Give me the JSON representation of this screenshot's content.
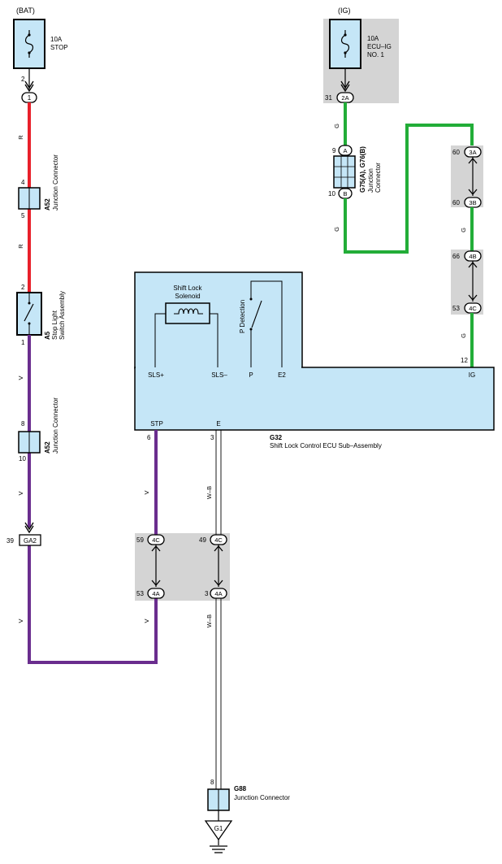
{
  "colors": {
    "red": "#e8202a",
    "green": "#22ad38",
    "violet": "#6a2d8e",
    "wire_wb": "#000000",
    "component_fill": "#c5e6f7",
    "shade": "#d4d4d4"
  },
  "sources": {
    "bat": "(BAT)",
    "ig": "(IG)"
  },
  "fuses": {
    "stop": {
      "line1": "10A",
      "line2": "STOP"
    },
    "ecu_ig": {
      "line1": "10A",
      "line2": "ECU–IG",
      "line3": "NO. 1"
    }
  },
  "pins": {
    "bat_fuse_out": "2",
    "bat_conn": "1",
    "a52_top_in": "4",
    "a52_top_out": "5",
    "a5_in": "2",
    "a5_out": "1",
    "a52_bot_in": "8",
    "a52_bot_out": "10",
    "ga2_pin": "39",
    "ig_fuse_pin": "31",
    "ig_conn": "2A",
    "g75_pin": "9",
    "g76_pin": "10",
    "g75_conn": "A",
    "g76_conn": "B",
    "j3a_pin": "60",
    "j3a_conn": "3A",
    "j3b_pin": "60",
    "j3b_conn": "3B",
    "j4b_pin": "66",
    "j4b_conn": "4B",
    "j4c_r_pin": "53",
    "j4c_r_conn": "4C",
    "ecu_ig_pin": "12",
    "ecu_stp_pin": "6",
    "ecu_e_pin": "3",
    "j4c_l_pin": "59",
    "j4c_l_conn": "4C",
    "j4c_m_pin": "49",
    "j4c_m_conn": "4C",
    "j4a_l_pin": "53",
    "j4a_l_conn": "4A",
    "j4a_m_pin": "3",
    "j4a_m_conn": "4A",
    "g88_pin": "8"
  },
  "wire_labels": {
    "r1": "R",
    "r2": "R",
    "v1": "V",
    "v2": "V",
    "v3": "V",
    "v4": "V",
    "g1": "G",
    "g2": "G",
    "g3": "G",
    "g4": "G",
    "wb1": "W–B",
    "wb2": "W–B"
  },
  "components": {
    "a52_top": {
      "code": "A52",
      "name": "Junction Connector"
    },
    "a5": {
      "code": "A5",
      "name_line1": "Stop Light",
      "name_line2": "Switch Assembly"
    },
    "a52_bot": {
      "code": "A52",
      "name": "Junction Connector"
    },
    "ga2": "GA2",
    "g75g76": {
      "code": "G75(A), G76(B)",
      "name_line1": "Junction",
      "name_line2": "Connector"
    },
    "ecu": {
      "code": "G32",
      "name": "Shift Lock Control ECU Sub–Assembly",
      "solenoid_line1": "Shift Lock",
      "solenoid_line2": "Solenoid",
      "p_detection": "P Detection",
      "terminals": {
        "sls_plus": "SLS+",
        "sls_minus": "SLS–",
        "p": "P",
        "e2": "E2",
        "ig": "IG",
        "stp": "STP",
        "e": "E"
      }
    },
    "g88": {
      "code": "G88",
      "name": "Junction Connector"
    },
    "ground": "G1"
  }
}
